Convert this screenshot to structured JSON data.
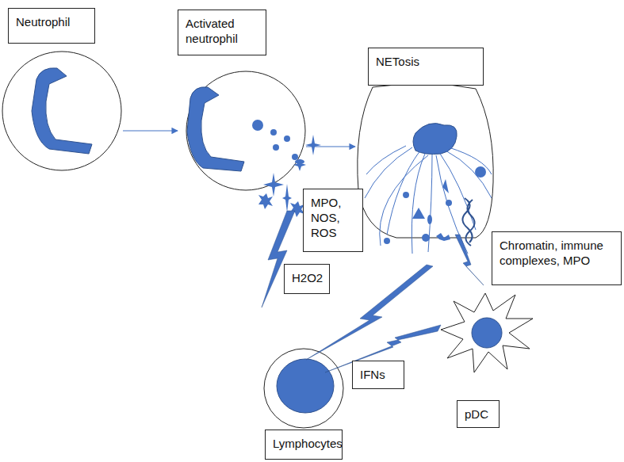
{
  "diagram": {
    "nodes": [
      {
        "text": [
          "Neutrophil"
        ]
      },
      {
        "text": [
          "Activated neutrophil"
        ]
      },
      {
        "text": [
          "NETosis"
        ]
      },
      {
        "text": [
          "MPO, NOS, ROS"
        ]
      },
      {
        "text": [
          "Chromatin, immune complexes, MPO"
        ]
      },
      {
        "text": [
          "H2O2"
        ]
      },
      {
        "text": [
          "IFNs"
        ]
      },
      {
        "text": [
          "pDC"
        ]
      },
      {
        "text": [
          "Lymphocytes"
        ]
      }
    ],
    "edges": [
      {
        "from": 0,
        "to": 1,
        "arrow": "to"
      },
      {
        "from": 1,
        "to": 2,
        "arrow": "to"
      }
    ]
  }
}
